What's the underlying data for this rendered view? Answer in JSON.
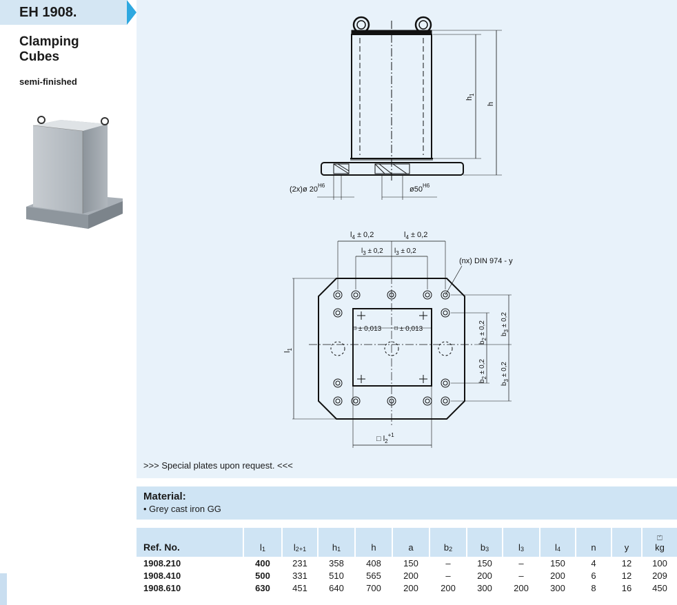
{
  "header": {
    "code": "EH 1908.",
    "title_line1": "Clamping",
    "title_line2": "Cubes",
    "subtitle": "semi-finished"
  },
  "drawing_labels": {
    "h1": "h",
    "h1_sub": "1",
    "h": "h",
    "bore_small": "(2x)ø 20",
    "bore_small_tol": "H6",
    "bore_large": "ø50",
    "bore_large_tol": "H6",
    "l4_left": "l",
    "l4_sub": "4",
    "tol02": "± 0,2",
    "l3_sub": "3",
    "b2_sub": "2",
    "b3_sub": "3",
    "din": "(nx)  DIN  974 - y",
    "flat": "⌑ ± 0,013",
    "l1": "l",
    "l1_sub": "1",
    "l2": "□ l",
    "l2_sub": "2",
    "l2_sup": "+1",
    "b": "b"
  },
  "note": ">>> Special plates upon request. <<<",
  "material": {
    "title": "Material:",
    "items": [
      "Grey cast iron GG"
    ]
  },
  "table": {
    "headers": [
      {
        "main": "Ref. No.",
        "sub": "",
        "sup": ""
      },
      {
        "main": "l",
        "sub": "1",
        "sup": ""
      },
      {
        "main": "l",
        "sub": "2",
        "sup": "+1"
      },
      {
        "main": "h",
        "sub": "1",
        "sup": ""
      },
      {
        "main": "h",
        "sub": "",
        "sup": ""
      },
      {
        "main": "a",
        "sub": "",
        "sup": ""
      },
      {
        "main": "b",
        "sub": "2",
        "sup": ""
      },
      {
        "main": "b",
        "sub": "3",
        "sup": ""
      },
      {
        "main": "l",
        "sub": "3",
        "sup": ""
      },
      {
        "main": "l",
        "sub": "4",
        "sup": ""
      },
      {
        "main": "n",
        "sub": "",
        "sup": ""
      },
      {
        "main": "y",
        "sub": "",
        "sup": ""
      },
      {
        "main": "kg",
        "sub": "",
        "sup": ""
      }
    ],
    "rows": [
      [
        "1908.210",
        "400",
        "231",
        "358",
        "408",
        "150",
        "–",
        "150",
        "–",
        "150",
        "4",
        "12",
        "100"
      ],
      [
        "1908.410",
        "500",
        "331",
        "510",
        "565",
        "200",
        "–",
        "200",
        "–",
        "200",
        "6",
        "12",
        "209"
      ],
      [
        "1908.610",
        "630",
        "451",
        "640",
        "700",
        "200",
        "200",
        "300",
        "200",
        "300",
        "8",
        "16",
        "450"
      ]
    ]
  },
  "colors": {
    "accent": "#2ea8e0",
    "panel": "#e8f2fa",
    "header_fill": "#cfe4f4"
  },
  "icons": {
    "weight": "weight-icon",
    "photo": "clamping-cube-photo"
  }
}
